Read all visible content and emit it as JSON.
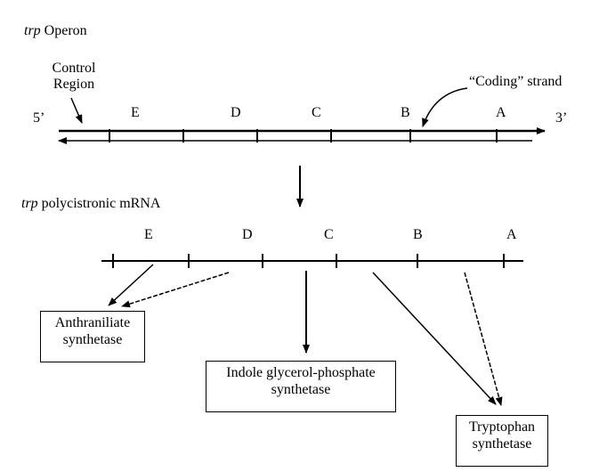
{
  "operon": {
    "title_gene": "trp",
    "title_rest": "Operon",
    "five_prime": "5’",
    "three_prime": "3’",
    "control_region_line1": "Control",
    "control_region_line2": "Region",
    "coding_strand": "“Coding” strand",
    "genes": [
      "E",
      "D",
      "C",
      "B",
      "A"
    ]
  },
  "mrna": {
    "title_gene": "trp",
    "title_rest": "polycistronic mRNA",
    "genes": [
      "E",
      "D",
      "C",
      "B",
      "A"
    ]
  },
  "enzymes": {
    "anthranilate_line1": "Anthraniliate",
    "anthranilate_line2": "synthetase",
    "indole_line1": "Indole glycerol-phosphate",
    "indole_line2": "synthetase",
    "tryptophan_line1": "Tryptophan",
    "tryptophan_line2": "synthetase"
  }
}
